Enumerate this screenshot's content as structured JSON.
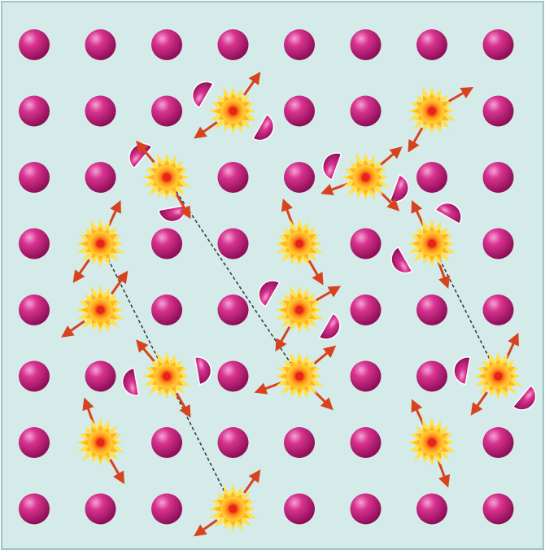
{
  "colors": {
    "background": "#d4ebe9",
    "border": "#9fc4c2",
    "atom_light": "#f4a3d4",
    "atom_mid": "#d8338f",
    "atom_dark": "#8e0e57",
    "burst_outer": "#ffe24a",
    "burst_mid": "#ff9a1c",
    "burst_core": "#e8231a",
    "arrow": "#d8431f",
    "link": "#333333"
  },
  "grid": {
    "columns": 8,
    "rows": 8
  },
  "bursts": [
    {
      "col": 3,
      "row": 1
    },
    {
      "col": 6,
      "row": 1
    },
    {
      "col": 2,
      "row": 2
    },
    {
      "col": 5,
      "row": 2
    },
    {
      "col": 1,
      "row": 3
    },
    {
      "col": 4,
      "row": 3
    },
    {
      "col": 6,
      "row": 3
    },
    {
      "col": 1,
      "row": 4
    },
    {
      "col": 4,
      "row": 4
    },
    {
      "col": 2,
      "row": 5
    },
    {
      "col": 4,
      "row": 5
    },
    {
      "col": 7,
      "row": 5
    },
    {
      "col": 1,
      "row": 6
    },
    {
      "col": 6,
      "row": 6
    },
    {
      "col": 3,
      "row": 7
    }
  ],
  "chain_links": [
    {
      "from": [
        1,
        3
      ],
      "to": [
        2,
        5
      ]
    },
    {
      "from": [
        2,
        5
      ],
      "to": [
        3,
        7
      ]
    },
    {
      "from": [
        2,
        2
      ],
      "to": [
        4,
        5
      ]
    },
    {
      "from": [
        6,
        3
      ],
      "to": [
        7,
        5
      ]
    }
  ],
  "fragment_pairs": [
    {
      "near": [
        3,
        1
      ],
      "angles": [
        150,
        -30
      ]
    },
    {
      "near": [
        2,
        2
      ],
      "angles": [
        140,
        -80
      ]
    },
    {
      "near": [
        5,
        2
      ],
      "angles": [
        160,
        -20
      ]
    },
    {
      "near": [
        6,
        3
      ],
      "angles": [
        60,
        210
      ]
    },
    {
      "near": [
        4,
        4
      ],
      "angles": [
        150,
        -30
      ]
    },
    {
      "near": [
        2,
        5
      ],
      "angles": [
        190,
        10
      ]
    },
    {
      "near": [
        7,
        5
      ],
      "angles": [
        170,
        -40
      ]
    }
  ]
}
